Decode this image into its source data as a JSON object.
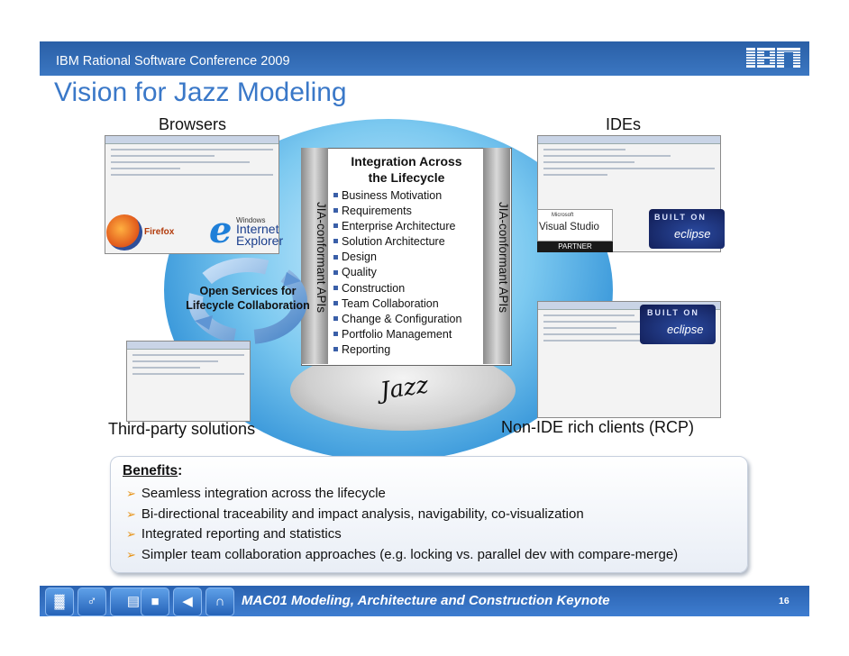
{
  "header": {
    "conference": "IBM Rational Software Conference 2009",
    "logo_text": "IBM"
  },
  "title": "Vision for Jazz Modeling",
  "labels": {
    "browsers": "Browsers",
    "ides": "IDEs",
    "third_party": "Third-party solutions",
    "non_ide": "Non-IDE rich clients (RCP)"
  },
  "center": {
    "title_line1": "Integration Across",
    "title_line2": "the Lifecycle",
    "left_api": "JIA-conformant APIs",
    "right_api": "JIA-conformant APIs",
    "items": [
      "Business Motivation",
      "Requirements",
      "Enterprise Architecture",
      "Solution Architecture",
      "Design",
      "Quality",
      "Construction",
      "Team Collaboration",
      "Change & Configuration",
      "Portfolio Management",
      "Reporting"
    ],
    "jazz_logo": "Jazz"
  },
  "cycle": {
    "line1": "Open Services for",
    "line2": "Lifecycle Collaboration"
  },
  "logos": {
    "firefox": "Firefox",
    "ie_windows": "Windows",
    "ie_name_1": "Internet",
    "ie_name_2": "Explorer",
    "vs_ms": "Microsoft",
    "vs_name": "Visual Studio",
    "vs_partner": "PARTNER",
    "built_on": "BUILT ON",
    "eclipse": "eclipse"
  },
  "benefits": {
    "header": "Benefits",
    "items": [
      "Seamless integration across the lifecycle",
      "Bi-directional traceability and impact analysis, navigability, co-visualization",
      "Integrated reporting and statistics",
      "Simpler team collaboration approaches (e.g. locking vs. parallel dev with compare-merge)"
    ]
  },
  "footer": {
    "text": "MAC01 Modeling, Architecture and Construction Keynote",
    "page": "16",
    "icons": [
      "chart-icon",
      "microphone-icon",
      "clapperboard-icon",
      "video-camera-icon",
      "speaker-icon",
      "headphones-icon"
    ]
  },
  "colors": {
    "brand_blue": "#3a78c8",
    "bar_blue": "#2a62b0",
    "bullet_orange": "#e79418"
  }
}
